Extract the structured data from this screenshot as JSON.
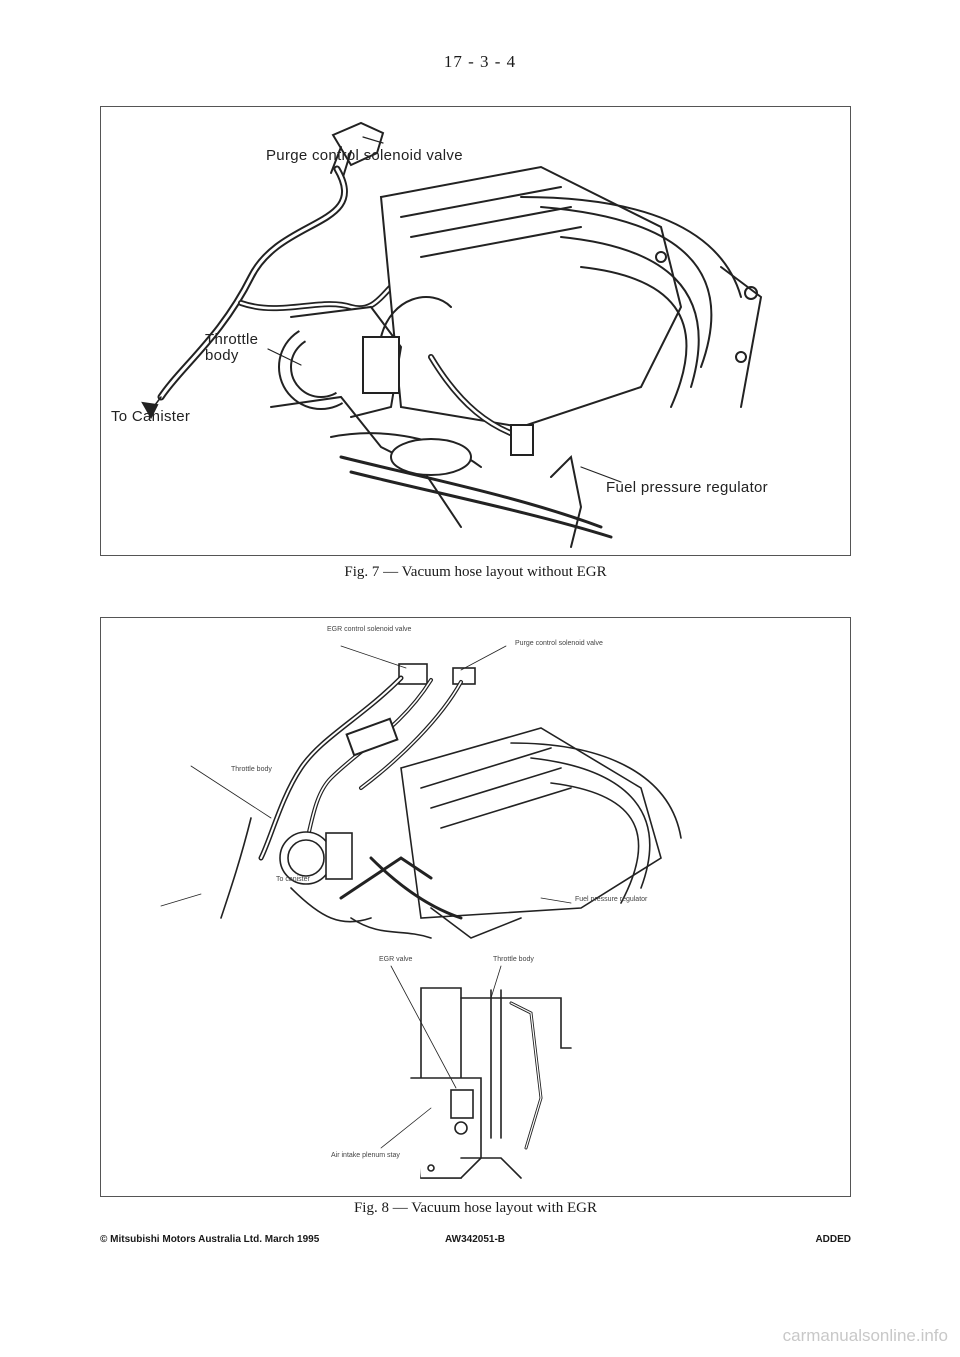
{
  "page": {
    "number": "17 - 3  - 4"
  },
  "figure7": {
    "caption": "Fig. 7 — Vacuum hose layout without EGR",
    "labels": {
      "purge": "Purge control solenoid valve",
      "throttle_line1": "Throttle",
      "throttle_line2": "body",
      "canister": "To Canister",
      "fuel": "Fuel pressure regulator"
    }
  },
  "figure8": {
    "caption": "Fig. 8 — Vacuum hose layout with EGR",
    "labels": {
      "egr_solenoid": "EGR control solenoid valve",
      "purge": "Purge control solenoid valve",
      "throttle": "Throttle body",
      "canister": "To canister",
      "fuel": "Fuel pressure regulator",
      "egr_valve": "EGR valve",
      "throttle_detail": "Throttle body",
      "plenum": "Air intake plenum stay"
    }
  },
  "footer": {
    "copyright": "© Mitsubishi Motors Australia Ltd. March 1995",
    "code": "AW342051-B",
    "status": "ADDED"
  },
  "watermark": "carmanualsonline.info"
}
